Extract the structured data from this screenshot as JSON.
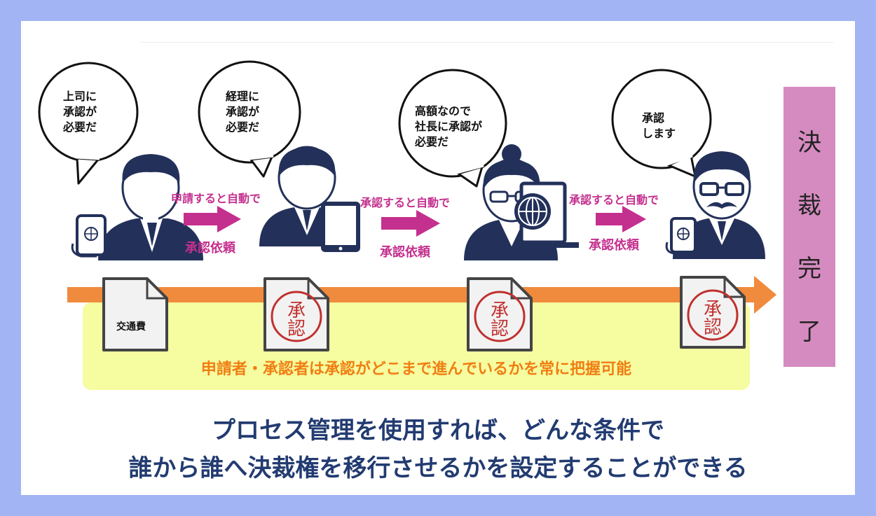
{
  "bubbles": [
    {
      "text": "上司に\n承認が\n必要だ"
    },
    {
      "text": "経理に\n承認が\n必要だ"
    },
    {
      "text": "高額なので\n社長に承認が\n必要だ"
    },
    {
      "text": "承認\nします"
    }
  ],
  "flow": [
    {
      "top": "申請すると自動で",
      "bottom": "承認依頼"
    },
    {
      "top": "承認すると自動で",
      "bottom": "承認依頼"
    },
    {
      "top": "承認すると自動で",
      "bottom": "承認依頼"
    }
  ],
  "documents": {
    "first_label": "交通費",
    "stamp_chars": [
      "承",
      "認"
    ]
  },
  "status_text": "申請者・承認者は承認がどこまで進んでいるかを常に把握可能",
  "kessai_chars": [
    "決",
    "裁",
    "完",
    "了"
  ],
  "footer": {
    "line1": "プロセス管理を使用すれば、どんな条件で",
    "line2": "誰から誰へ決裁権を移行させるかを設定することができる"
  },
  "colors": {
    "frame": "#a2b4f4",
    "person": "#23315a",
    "flow_arrow": "#c4308e",
    "timeline": "#f08a3c",
    "status_bg": "#f6fca0",
    "status_text": "#f07e12",
    "kessai_bg": "#d58bc0",
    "stamp": "#c0302e",
    "footer_text": "#223b71"
  },
  "icons": [
    "smartphone-icon",
    "tablet-icon",
    "laptop-globe-icon",
    "speech-bubble-icon",
    "document-icon",
    "approval-stamp-icon"
  ]
}
